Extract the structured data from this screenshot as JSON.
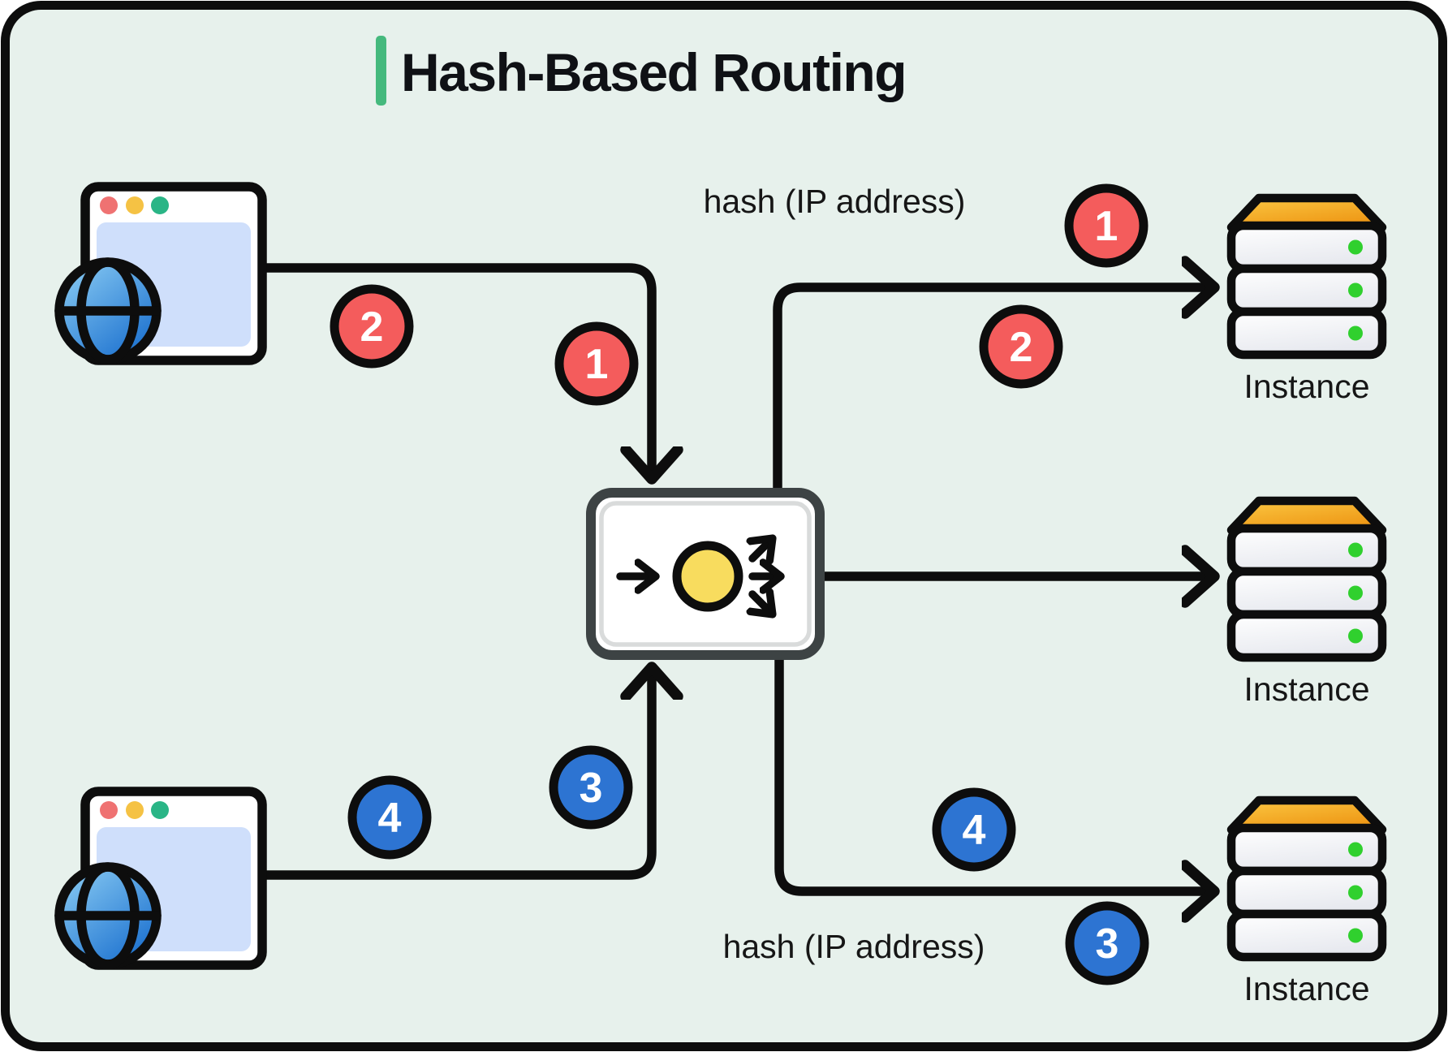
{
  "title": {
    "text": "Hash-Based Routing"
  },
  "flow_labels": {
    "top": "hash (IP address)",
    "bottom": "hash (IP address)"
  },
  "instances": {
    "top": "Instance",
    "middle": "Instance",
    "bottom": "Instance"
  },
  "badges": {
    "top_left_2": "2",
    "top_left_1": "1",
    "top_right_1": "1",
    "top_right_2": "2",
    "bottom_left_4": "4",
    "bottom_left_3": "3",
    "bottom_right_4": "4",
    "bottom_right_3": "3"
  },
  "icons": {
    "client": "browser-window-with-globe",
    "browser_traffic_lights": [
      "red-dot",
      "yellow-dot",
      "green-dot"
    ],
    "load_balancer": "routing-node-with-fanout-arrows",
    "instance": "server-stack",
    "status_led": "green-dot"
  },
  "colors": {
    "background": "#e7f1ec",
    "ink": "#0d0d0d",
    "accent_green": "#45b97d",
    "badge_red": "#f45c5c",
    "badge_blue": "#2d74d2",
    "status_green": "#30d02e",
    "lb_yellow": "#f8dc5e",
    "lb_border": "#3d4344",
    "browser_content_blue": "#cfdffb",
    "dot_red": "#ef7272",
    "dot_yellow": "#f5c244",
    "dot_green": "#2ab586",
    "server_orange_start": "#fbc843",
    "server_orange_end": "#ee9715",
    "globe_blue_light": "#8fd0f5",
    "globe_blue_dark": "#1a6fce"
  }
}
